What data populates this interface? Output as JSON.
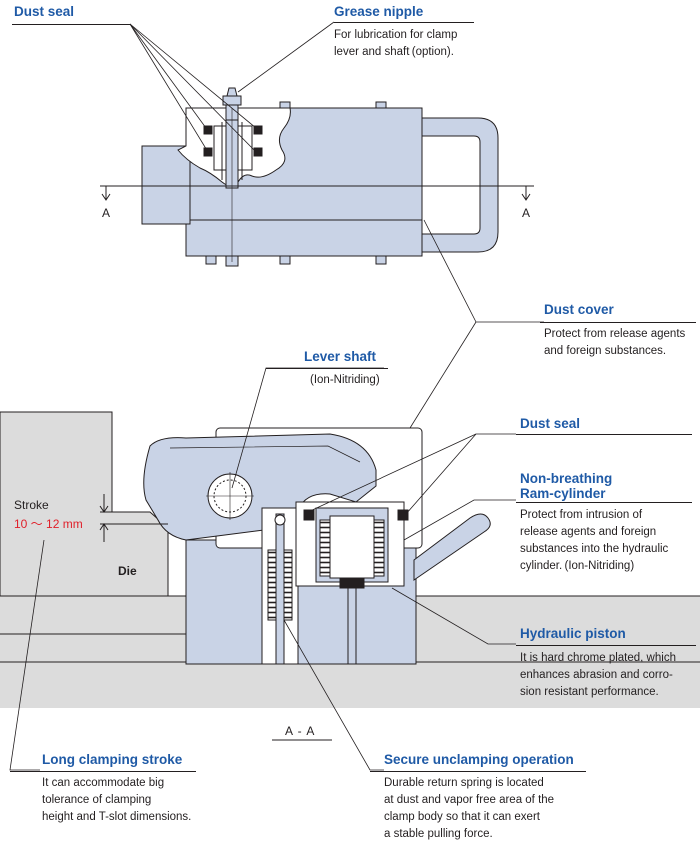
{
  "labels": {
    "dust_seal_top": {
      "title": "Dust seal"
    },
    "grease_nipple": {
      "title": "Grease nipple",
      "lines": [
        "For lubrication for clamp",
        "lever and shaft (option)."
      ]
    },
    "dust_cover": {
      "title": "Dust cover",
      "lines": [
        "Protect from release agents",
        "and foreign substances."
      ]
    },
    "lever_shaft": {
      "title": "Lever shaft",
      "lines": [
        "(Ion-Nitriding)"
      ]
    },
    "dust_seal_right": {
      "title": "Dust seal"
    },
    "ram_cylinder": {
      "title_lines": [
        "Non-breathing",
        "Ram-cylinder"
      ],
      "lines": [
        "Protect from intrusion of",
        "release agents and foreign",
        "substances into the hydraulic",
        "cylinder. (Ion-Nitriding)"
      ]
    },
    "hydraulic_piston": {
      "title": "Hydraulic piston",
      "lines": [
        "It is hard chrome plated, which",
        "enhances abrasion and corro-",
        "sion resistant performance."
      ]
    },
    "long_stroke": {
      "title": "Long clamping stroke",
      "lines": [
        "It can accommodate big",
        "tolerance of clamping",
        "height and T-slot dimensions."
      ]
    },
    "secure_unclamp": {
      "title": "Secure unclamping operation",
      "lines": [
        "Durable return spring is located",
        "at dust and vapor free area of the",
        "clamp body so that it can exert",
        "a stable pulling force."
      ]
    }
  },
  "markers": {
    "section_left": "A",
    "section_right": "A",
    "section_view": "A - A",
    "stroke_label": "Stroke",
    "stroke_value": "10 ～ 12 mm",
    "die_label": "Die"
  },
  "colors": {
    "title_blue": "#1f5aa6",
    "body_fill": "#c9d3e6",
    "line_dark": "#231f20",
    "stroke_red": "#e0202a",
    "die_fill": "#dcdcdc"
  }
}
